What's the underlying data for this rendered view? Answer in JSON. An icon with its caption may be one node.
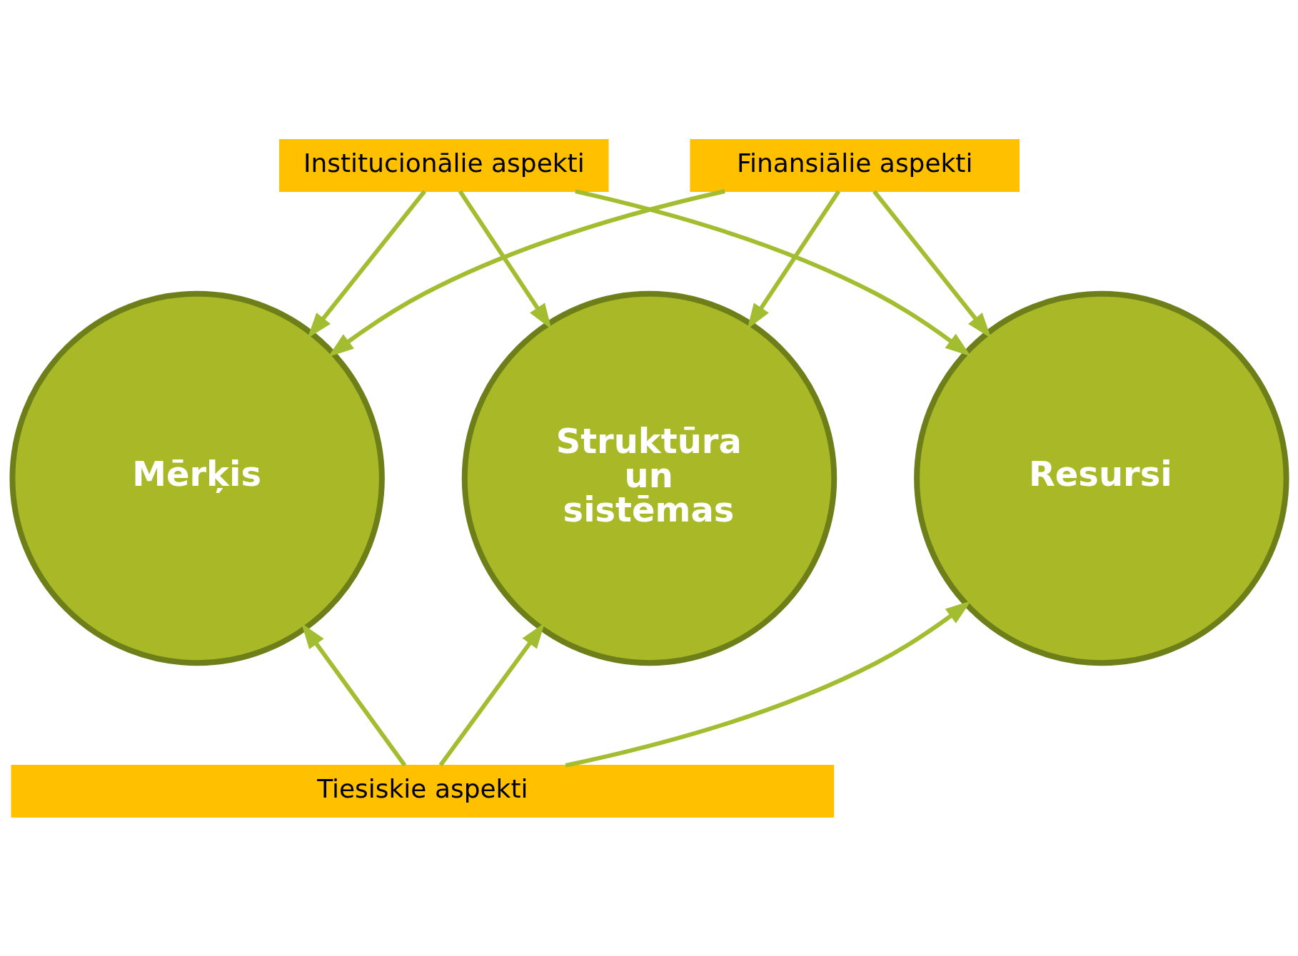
{
  "diagram": {
    "nodes": [
      {
        "text": [
          "Institucionālie aspekti"
        ]
      },
      {
        "text": [
          "Mērķis"
        ]
      },
      {
        "text": [
          "Finansiālie aspekti"
        ]
      },
      {
        "text": [
          "Struktūra un sistēmas"
        ]
      },
      {
        "text": [
          "Resursi"
        ]
      },
      {
        "text": [
          "Tiesiskie aspekti"
        ]
      }
    ],
    "edges": [
      {
        "from": 0,
        "to": 1,
        "arrow": "to"
      },
      {
        "from": 0,
        "to": 3,
        "arrow": "to"
      },
      {
        "from": 0,
        "to": 4,
        "arrow": "to"
      },
      {
        "from": 2,
        "to": 1,
        "arrow": "to"
      },
      {
        "from": 2,
        "to": 4,
        "arrow": "to"
      },
      {
        "from": 2,
        "to": 3,
        "arrow": "to"
      },
      {
        "from": 5,
        "to": 1,
        "arrow": "to"
      },
      {
        "from": 5,
        "to": 3,
        "arrow": "to"
      },
      {
        "from": 5,
        "to": 4,
        "arrow": "to"
      }
    ]
  }
}
